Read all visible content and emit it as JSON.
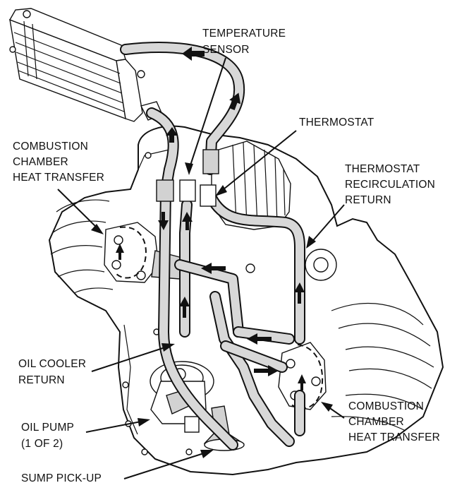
{
  "labels": {
    "temperature_sensor": [
      "TEMPERATURE",
      "SENSOR"
    ],
    "thermostat": [
      "THERMOSTAT"
    ],
    "thermostat_recirculation_return": [
      "THERMOSTAT",
      "RECIRCULATION",
      "RETURN"
    ],
    "combustion_chamber_left": [
      "COMBUSTION",
      "CHAMBER",
      "HEAT TRANSFER"
    ],
    "oil_cooler_return": [
      "OIL COOLER",
      "RETURN"
    ],
    "oil_pump": [
      "OIL PUMP",
      "(1 OF 2)"
    ],
    "sump_pick_up": [
      "SUMP PICK-UP"
    ],
    "combustion_chamber_right": [
      "COMBUSTION",
      "CHAMBER",
      "HEAT TRANSFER"
    ]
  },
  "colors": {
    "line": "#111111",
    "hose_fill": "#d8d8d8",
    "part_fill": "#d2d2d2"
  }
}
